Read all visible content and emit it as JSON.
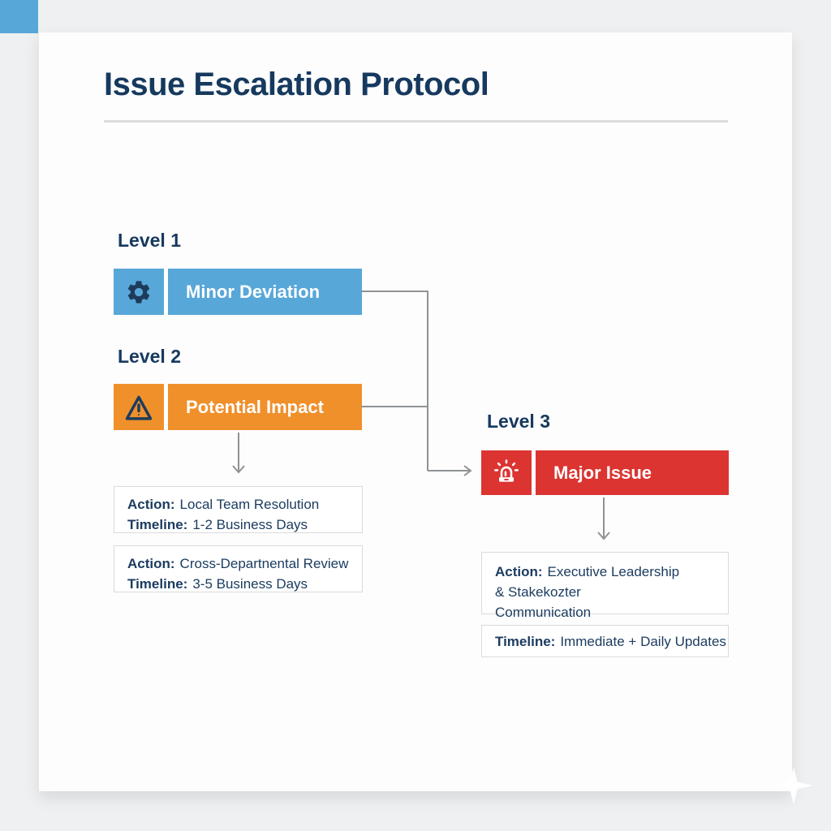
{
  "title": "Issue Escalation Protocol",
  "colors": {
    "accent_blue": "#58a7d9",
    "accent_orange": "#f0902b",
    "accent_red": "#dc3431",
    "heading_navy": "#16395e",
    "body_navy": "#1c3c60",
    "connector_gray": "#8e9294",
    "box_border": "#d9dadb",
    "page_background": "#eff0f1",
    "card_background": "#fdfdfe"
  },
  "levels": [
    {
      "heading": "Level 1",
      "label": "Minor Deviation",
      "icon": "gear-icon",
      "color": "#58a7d9"
    },
    {
      "heading": "Level 2",
      "label": "Potential Impact",
      "icon": "warning-triangle-icon",
      "color": "#f0902b"
    },
    {
      "heading": "Level 3",
      "label": "Major Issue",
      "icon": "siren-icon",
      "color": "#dc3431"
    }
  ],
  "boxes": {
    "level1": {
      "action_label": "Action:",
      "action_text": "Local Team Resolution",
      "timeline_label": "Timeline:",
      "timeline_text": "1-2 Business Days"
    },
    "level2": {
      "action_label": "Action:",
      "action_text": "Cross-Departnental Review",
      "timeline_label": "Timeline:",
      "timeline_text": "3-5 Business Days"
    },
    "level3_action": {
      "action_label": "Action:",
      "line1": "Executive Leadership",
      "line2": "& Stakekozter",
      "line3": "Communication"
    },
    "level3_timeline": {
      "timeline_label": "Timeline:",
      "timeline_text": "Immediate + Daily Updates"
    }
  }
}
